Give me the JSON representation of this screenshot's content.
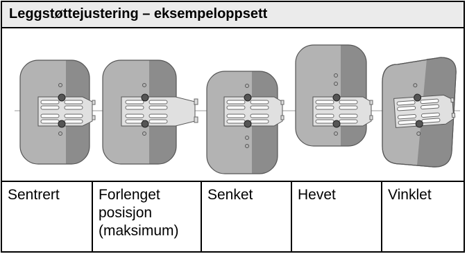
{
  "title": "Leggstøttejustering – eksempeloppsett",
  "labels": [
    [
      "Sentrert"
    ],
    [
      "Forlenget",
      "posisjon",
      "(maksimum)"
    ],
    [
      "Senket"
    ],
    [
      "Hevet"
    ],
    [
      "Vinklet"
    ]
  ],
  "colors": {
    "pad_light": "#b3b3b3",
    "pad_dark": "#8c8c8c",
    "bracket": "#e0e0e0",
    "title_bg": "#ebebeb"
  }
}
